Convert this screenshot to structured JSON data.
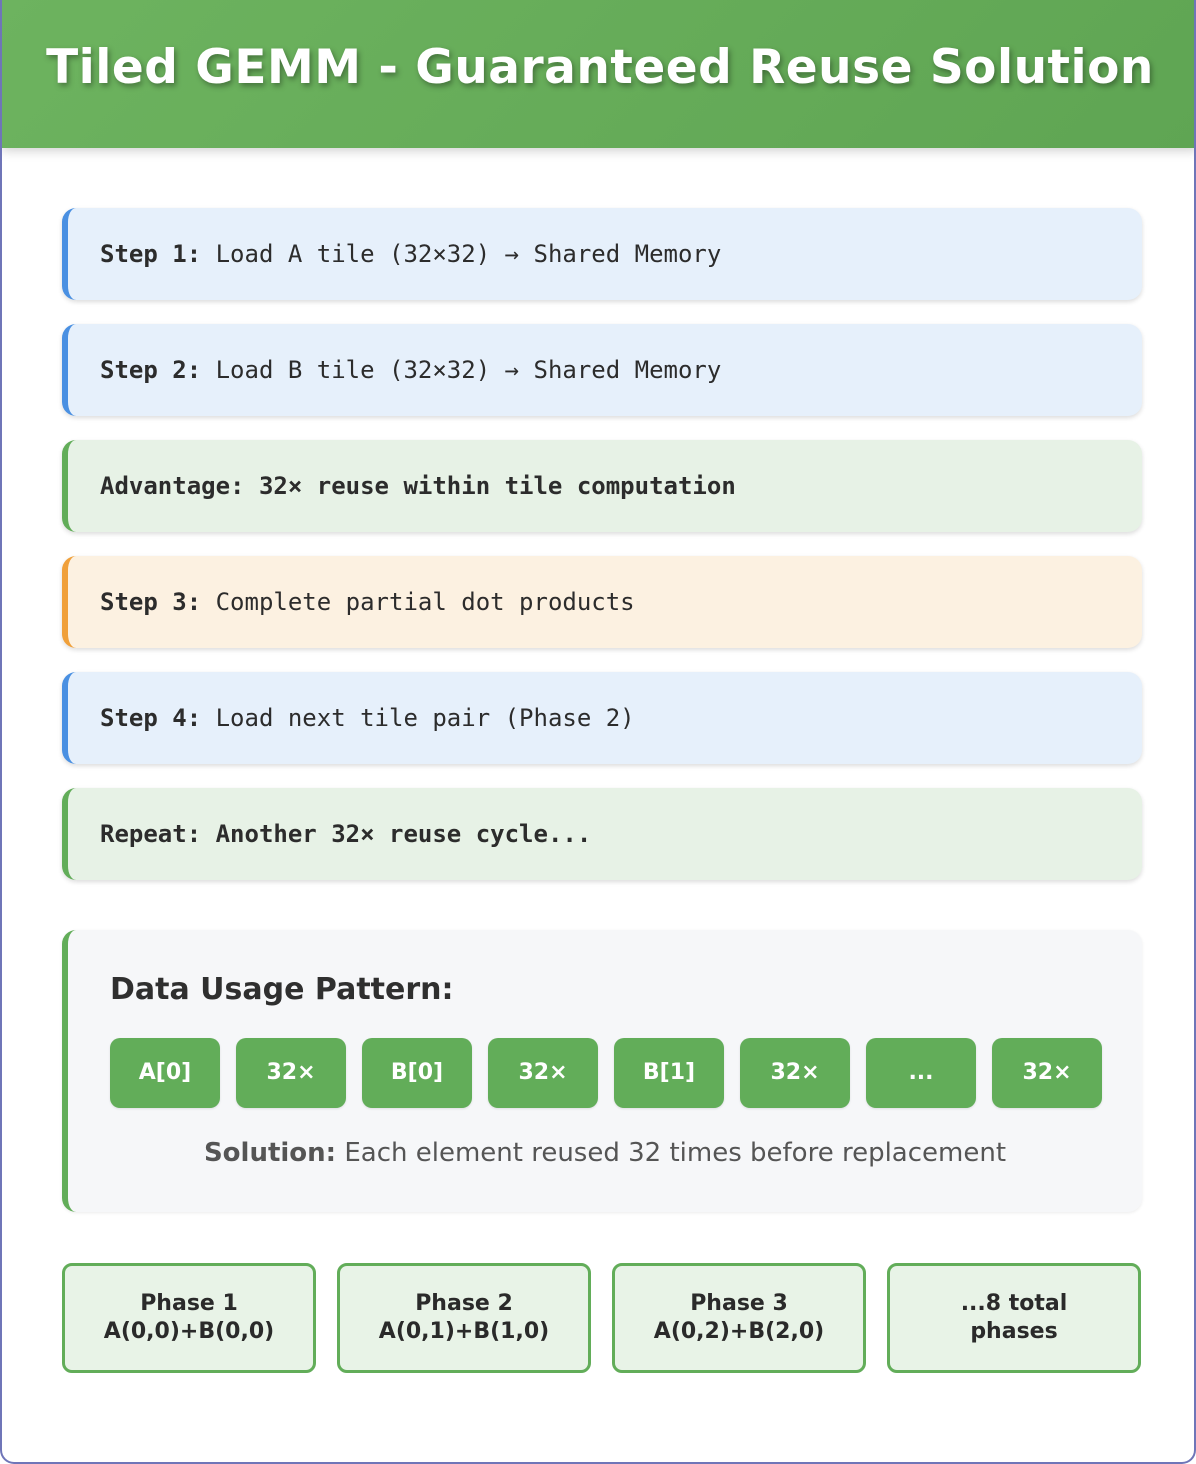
{
  "header": {
    "title": "Tiled GEMM - Guaranteed Reuse Solution"
  },
  "steps": [
    {
      "label": "Step 1:",
      "text": " Load A tile (32×32) → Shared Memory",
      "style": "blue"
    },
    {
      "label": "Step 2:",
      "text": " Load B tile (32×32) → Shared Memory",
      "style": "blue"
    },
    {
      "label": "Advantage:",
      "text": " 32× reuse within tile computation",
      "style": "green"
    },
    {
      "label": "Step 3:",
      "text": " Complete partial dot products",
      "style": "orange"
    },
    {
      "label": "Step 4:",
      "text": " Load next tile pair (Phase 2)",
      "style": "blue"
    },
    {
      "label": "Repeat:",
      "text": " Another 32× reuse cycle...",
      "style": "green"
    }
  ],
  "pattern": {
    "title": "Data Usage Pattern:",
    "chips": [
      "A[0]",
      "32×",
      "B[0]",
      "32×",
      "B[1]",
      "32×",
      "...",
      "32×"
    ],
    "solution_label": "Solution:",
    "solution_text": " Each element reused 32 times before replacement"
  },
  "phases": [
    {
      "line1": "Phase 1",
      "line2": "A(0,0)+B(0,0)"
    },
    {
      "line1": "Phase 2",
      "line2": "A(0,1)+B(1,0)"
    },
    {
      "line1": "Phase 3",
      "line2": "A(0,2)+B(2,0)"
    },
    {
      "line1": "...8 total",
      "line2": "phases"
    }
  ]
}
